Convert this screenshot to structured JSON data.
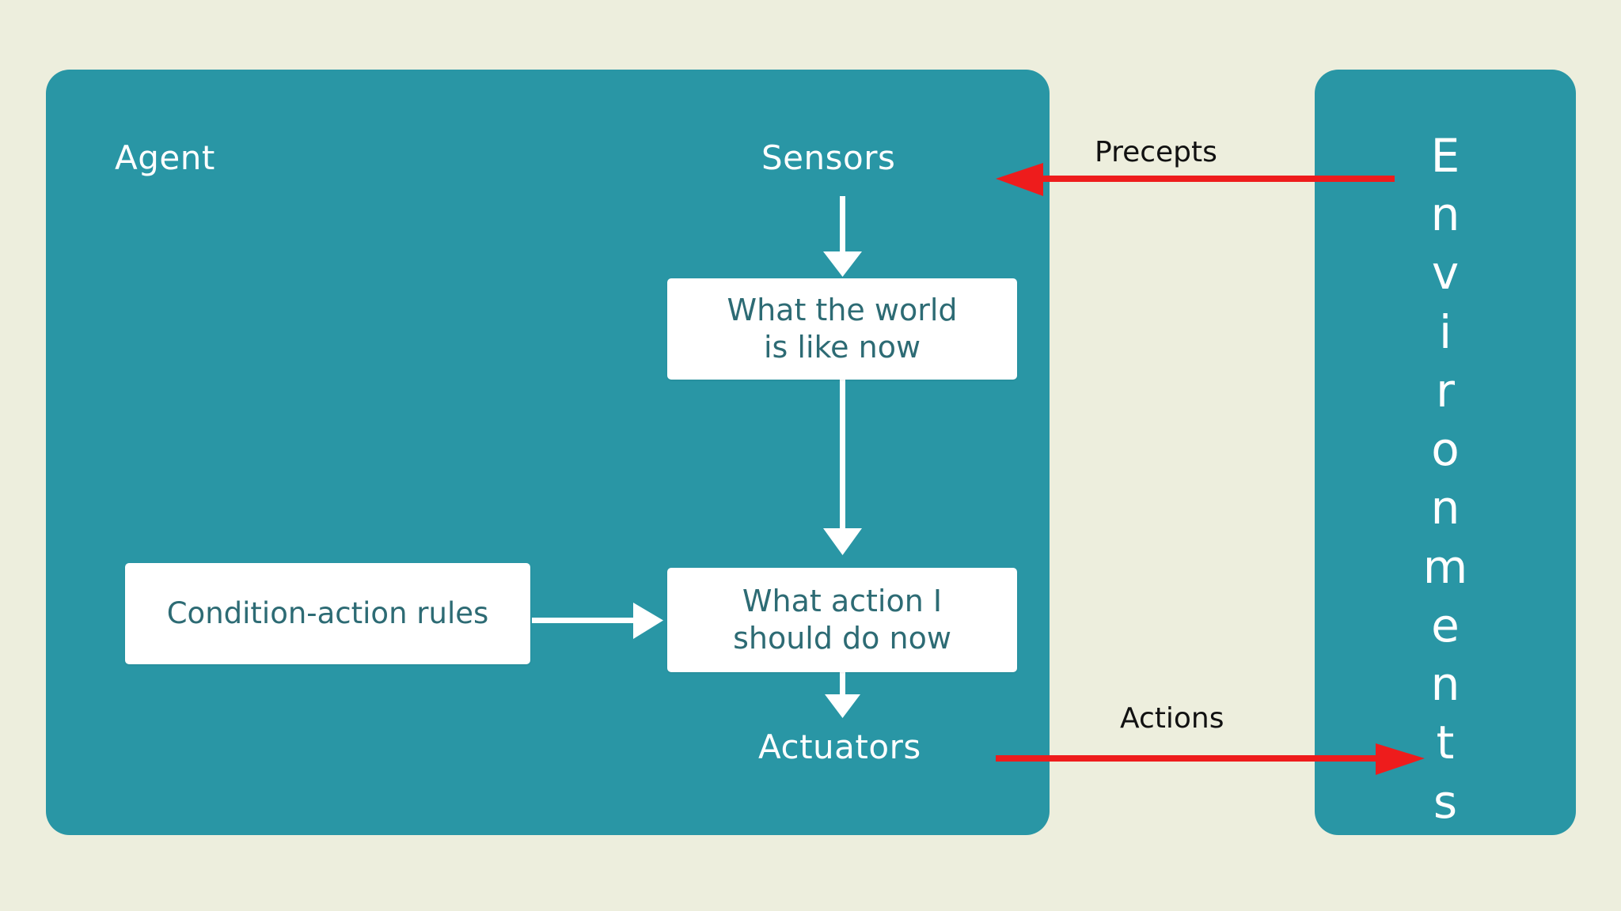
{
  "colors": {
    "background": "#edeedd",
    "panel_teal": "#2996a5",
    "box_white": "#ffffff",
    "box_text": "#2d6b74",
    "white_arrow": "#ffffff",
    "red_arrow": "#ee1c1c",
    "caption_text": "#111111"
  },
  "agent": {
    "title": "Agent",
    "sensors_label": "Sensors",
    "actuators_label": "Actuators",
    "boxes": {
      "world": {
        "line1": "What the world",
        "line2": "is like now"
      },
      "action": {
        "line1": "What action I",
        "line2": "should do now"
      },
      "rules": {
        "line1": "Condition-action rules"
      }
    }
  },
  "environment": {
    "title": "Environments",
    "letters": [
      "E",
      "n",
      "v",
      "i",
      "r",
      "o",
      "n",
      "m",
      "e",
      "n",
      "t",
      "s"
    ]
  },
  "flows": {
    "precepts_label": "Precepts",
    "actions_label": "Actions"
  }
}
